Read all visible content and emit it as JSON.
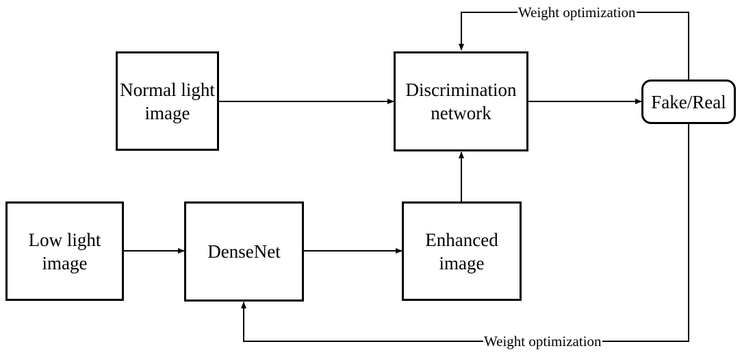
{
  "nodes": {
    "normal_light": {
      "line1": "Normal light",
      "line2": "image"
    },
    "discrimination": {
      "line1": "Discrimination",
      "line2": "network"
    },
    "fake_real": {
      "line1": "Fake/Real"
    },
    "low_light": {
      "line1": "Low light",
      "line2": "image"
    },
    "densenet": {
      "line1": "DenseNet"
    },
    "enhanced": {
      "line1": "Enhanced",
      "line2": "image"
    }
  },
  "edges": {
    "top_feedback_label": "Weight optimization",
    "bottom_feedback_label": "Weight optimization"
  }
}
